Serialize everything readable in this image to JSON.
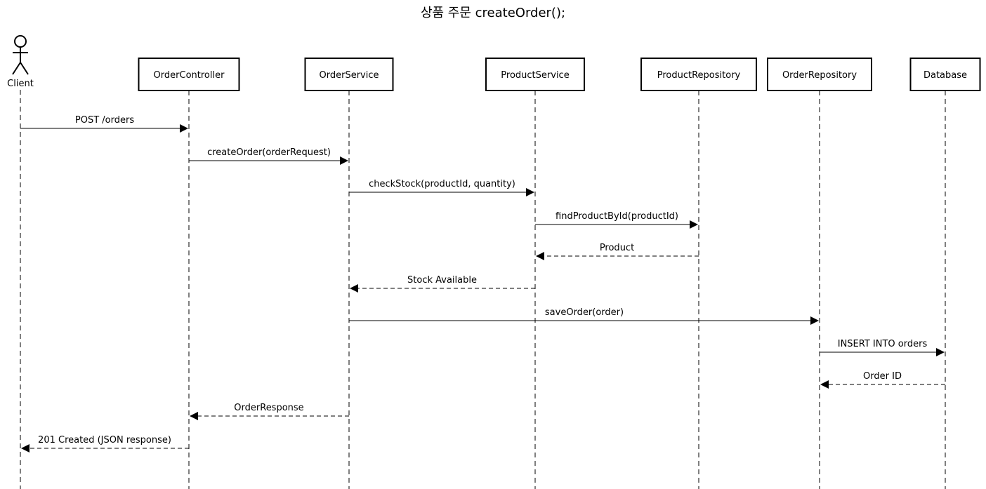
{
  "title": "상품 주문 createOrder();",
  "participants": [
    {
      "id": "client",
      "label": "Client",
      "kind": "actor"
    },
    {
      "id": "order-controller",
      "label": "OrderController",
      "kind": "box"
    },
    {
      "id": "order-service",
      "label": "OrderService",
      "kind": "box"
    },
    {
      "id": "product-service",
      "label": "ProductService",
      "kind": "box"
    },
    {
      "id": "product-repository",
      "label": "ProductRepository",
      "kind": "box"
    },
    {
      "id": "order-repository",
      "label": "OrderRepository",
      "kind": "box"
    },
    {
      "id": "database",
      "label": "Database",
      "kind": "box"
    }
  ],
  "messages": [
    {
      "from": "client",
      "to": "order-controller",
      "label": "POST /orders",
      "type": "sync"
    },
    {
      "from": "order-controller",
      "to": "order-service",
      "label": "createOrder(orderRequest)",
      "type": "sync"
    },
    {
      "from": "order-service",
      "to": "product-service",
      "label": "checkStock(productId, quantity)",
      "type": "sync"
    },
    {
      "from": "product-service",
      "to": "product-repository",
      "label": "findProductById(productId)",
      "type": "sync"
    },
    {
      "from": "product-repository",
      "to": "product-service",
      "label": "Product",
      "type": "return"
    },
    {
      "from": "product-service",
      "to": "order-service",
      "label": "Stock Available",
      "type": "return"
    },
    {
      "from": "order-service",
      "to": "order-repository",
      "label": "saveOrder(order)",
      "type": "sync"
    },
    {
      "from": "order-repository",
      "to": "database",
      "label": "INSERT INTO orders",
      "type": "sync"
    },
    {
      "from": "database",
      "to": "order-repository",
      "label": "Order ID",
      "type": "return"
    },
    {
      "from": "order-service",
      "to": "order-controller",
      "label": "OrderResponse",
      "type": "return"
    },
    {
      "from": "order-controller",
      "to": "client",
      "label": "201 Created (JSON response)",
      "type": "return"
    }
  ]
}
